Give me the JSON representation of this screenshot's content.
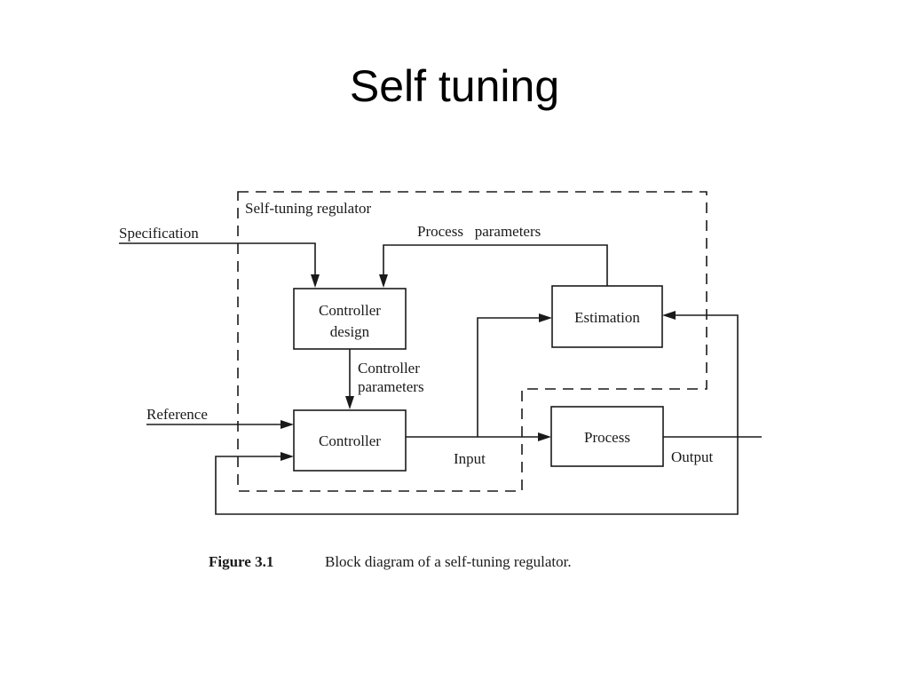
{
  "slide": {
    "title": "Self tuning"
  },
  "diagram": {
    "region_label": "Self-tuning regulator",
    "blocks": {
      "controller_design": [
        "Controller",
        "design"
      ],
      "controller": "Controller",
      "estimation": "Estimation",
      "process": "Process"
    },
    "signals": {
      "specification": "Specification",
      "reference": "Reference",
      "process_parameters": "Process   parameters",
      "controller_parameters": [
        "Controller",
        "parameters"
      ],
      "input": "Input",
      "output": "Output"
    },
    "caption": {
      "number": "Figure 3.1",
      "text": "Block diagram of a self-tuning regulator."
    }
  }
}
